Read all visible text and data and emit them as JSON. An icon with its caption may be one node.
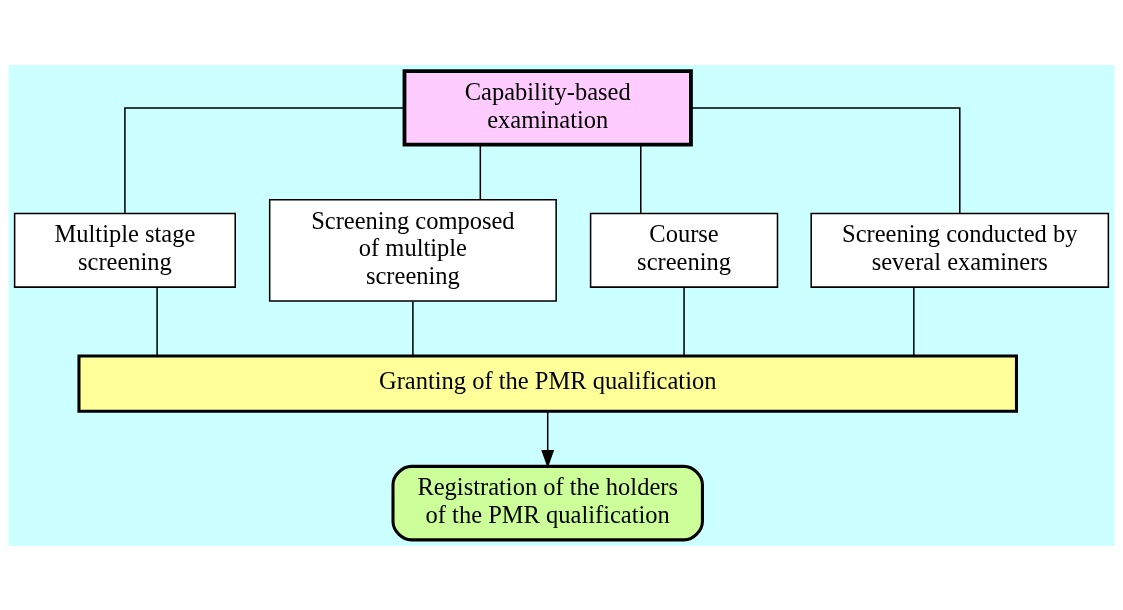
{
  "diagram": {
    "nodes": [
      {
        "text": [
          "Capability-based examination"
        ]
      },
      {
        "text": [
          "Multiple stage screening"
        ]
      },
      {
        "text": [
          "Screening composed of multiple screening"
        ]
      },
      {
        "text": [
          "Course screening"
        ]
      },
      {
        "text": [
          "Screening conducted by several examiners"
        ]
      },
      {
        "text": [
          "Granting of the PMR qualification"
        ]
      },
      {
        "text": [
          "Registration of the holders of the PMR qualification"
        ]
      }
    ],
    "edges": [
      {
        "from": 0,
        "to": 1,
        "arrow": "none"
      },
      {
        "from": 0,
        "to": 2,
        "arrow": "none"
      },
      {
        "from": 0,
        "to": 3,
        "arrow": "none"
      },
      {
        "from": 0,
        "to": 4,
        "arrow": "none"
      },
      {
        "from": 1,
        "to": 5,
        "arrow": "none"
      },
      {
        "from": 2,
        "to": 5,
        "arrow": "none"
      },
      {
        "from": 3,
        "to": 5,
        "arrow": "none"
      },
      {
        "from": 4,
        "to": 5,
        "arrow": "none"
      },
      {
        "from": 5,
        "to": 6,
        "arrow": "to"
      }
    ]
  }
}
